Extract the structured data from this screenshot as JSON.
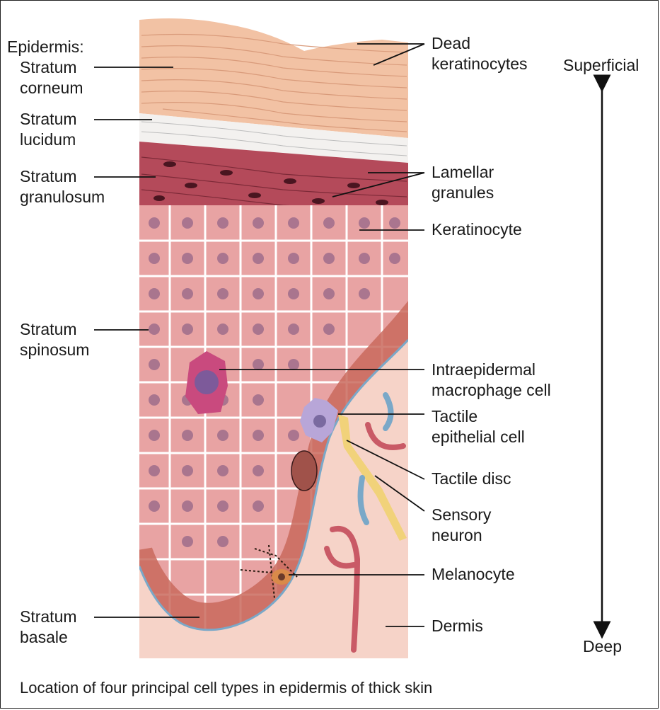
{
  "caption": "Location of four principal cell types in epidermis of thick skin",
  "left_labels": {
    "epidermis": "Epidermis:",
    "corneum": [
      "Stratum",
      "corneum"
    ],
    "lucidum": [
      "Stratum",
      "lucidum"
    ],
    "granulosum": [
      "Stratum",
      "granulosum"
    ],
    "spinosum": [
      "Stratum",
      "spinosum"
    ],
    "basale": [
      "Stratum",
      "basale"
    ]
  },
  "right_labels": {
    "dead_keratinocytes": [
      "Dead",
      "keratinocytes"
    ],
    "lamellar_granules": [
      "Lamellar",
      "granules"
    ],
    "keratinocyte": "Keratinocyte",
    "macrophage": [
      "Intraepidermal",
      "macrophage cell"
    ],
    "tactile_cell": [
      "Tactile",
      "epithelial cell"
    ],
    "tactile_disc": "Tactile disc",
    "sensory_neuron": [
      "Sensory",
      "neuron"
    ],
    "melanocyte": "Melanocyte",
    "dermis": "Dermis"
  },
  "axis": {
    "top": "Superficial",
    "bottom": "Deep"
  },
  "colors": {
    "corneum": "#f2c2a4",
    "lucidum": "#f3f1ef",
    "granulosum": "#b44a5a",
    "spinosum_cell": "#e8a3a3",
    "basal_cell": "#c96a5d",
    "dermis": "#f6d3c8",
    "macrophage": "#c94a7e",
    "tactile_cell": "#b8a6d8",
    "neuron": "#f1d27a"
  }
}
